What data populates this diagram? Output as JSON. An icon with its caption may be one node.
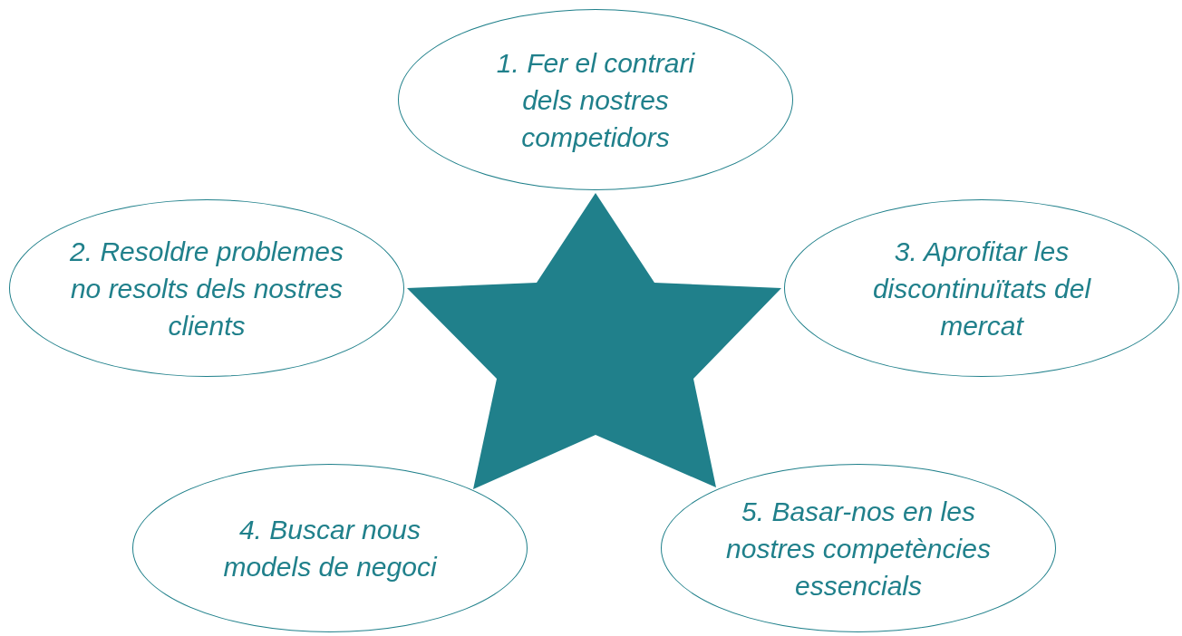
{
  "diagram": {
    "nodes": [
      {
        "text": [
          "1. Fer el contrari dels nostres competidors"
        ]
      },
      {
        "text": [
          "2. Resoldre problemes no resolts dels nostres clients"
        ]
      },
      {
        "text": [
          "3. Aprofitar les discontinuïtats del mercat"
        ]
      },
      {
        "text": [
          "4. Buscar nous models de negoci"
        ]
      },
      {
        "text": [
          "5. Basar-nos en les nostres competències essencials"
        ]
      },
      {
        "text": [],
        "shape": "star"
      }
    ]
  }
}
